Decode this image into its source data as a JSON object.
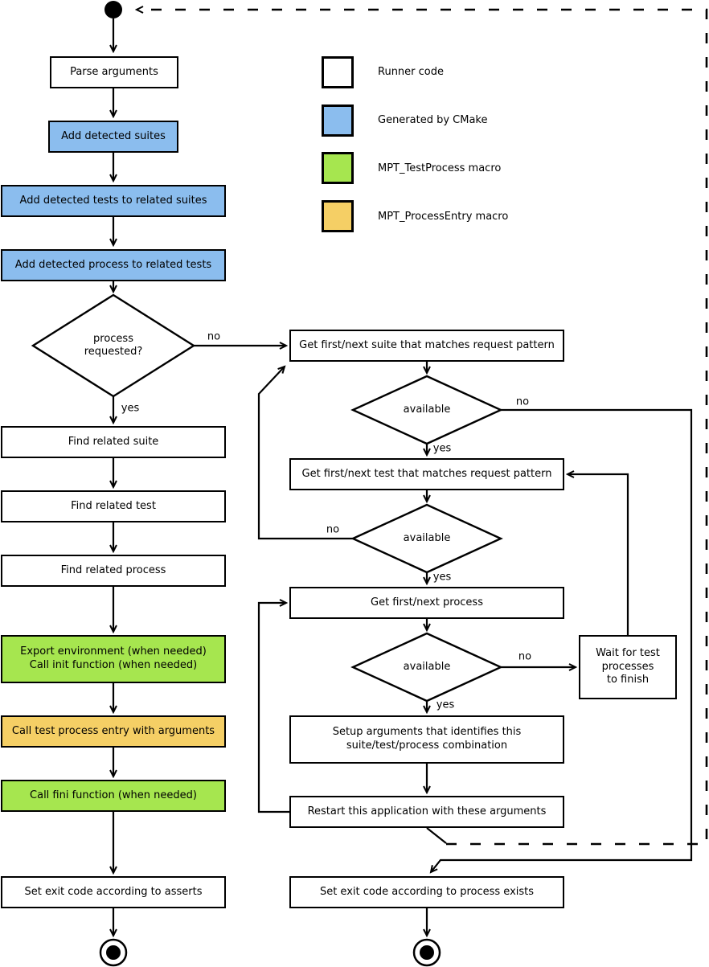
{
  "labels": {
    "yes": "yes",
    "no": "no"
  },
  "colors": {
    "runner": "#ffffff",
    "cmake": "#8bbdee",
    "test_process": "#a6e64f",
    "process_entry": "#f5cf65",
    "line": "#000000"
  },
  "legend": {
    "items": [
      {
        "label": "Runner code",
        "color": "#ffffff"
      },
      {
        "label": "Generated by CMake",
        "color": "#8bbdee"
      },
      {
        "label": "MPT_TestProcess macro",
        "color": "#a6e64f"
      },
      {
        "label": "MPT_ProcessEntry macro",
        "color": "#f5cf65"
      }
    ]
  },
  "nodes": {
    "parse_arguments": "Parse arguments",
    "add_detected_suites": "Add detected suites",
    "add_detected_tests": "Add detected tests to related suites",
    "add_detected_process": "Add detected process to related tests",
    "process_requested": "process\nrequested?",
    "find_related_suite": "Find related suite",
    "find_related_test": "Find related test",
    "find_related_process": "Find related process",
    "export_environment": "Export environment (when needed)\nCall init function (when needed)",
    "call_test_process_entry": "Call test process entry with arguments",
    "call_fini_function": "Call fini function (when needed)",
    "set_exit_code_asserts": "Set exit code according to asserts",
    "get_suite": "Get first/next suite that matches request pattern",
    "suite_available": "available",
    "get_test": "Get first/next test that matches request pattern",
    "test_available": "available",
    "get_process": "Get first/next process",
    "process_available": "available",
    "wait_for_test": "Wait for test\nprocesses\nto finish",
    "setup_arguments": "Setup arguments that identifies this\nsuite/test/process combination",
    "restart_application": "Restart this application with these arguments",
    "set_exit_code_process": "Set exit code according to process exists"
  }
}
